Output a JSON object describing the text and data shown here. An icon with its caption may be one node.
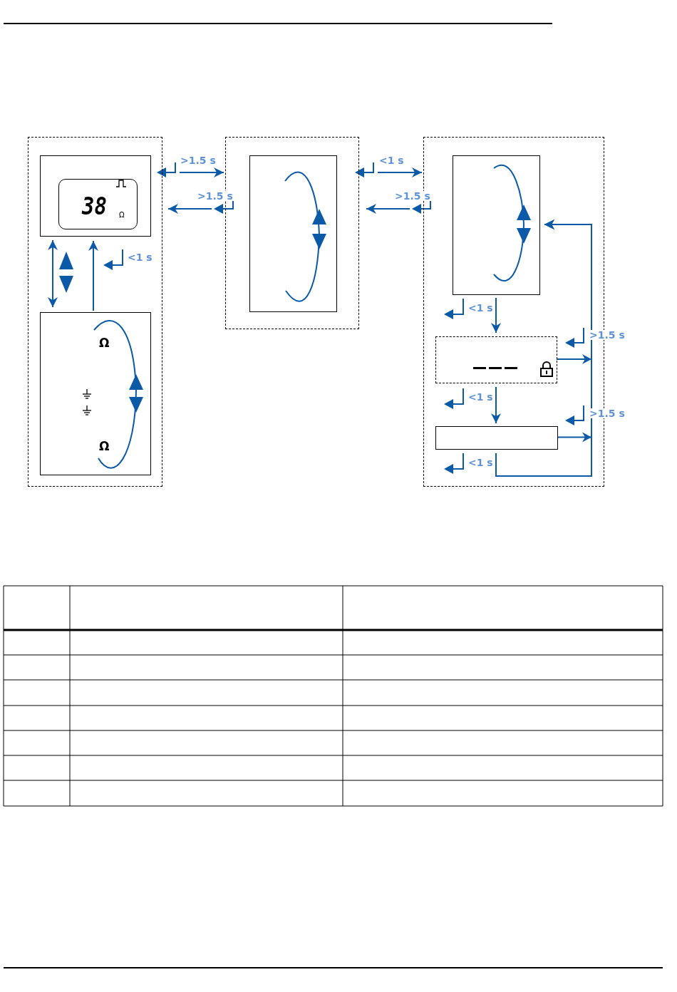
{
  "diagram": {
    "nodes": [
      {
        "text": [],
        "shape": "box"
      },
      {
        "text": [],
        "shape": "box",
        "in": 0
      },
      {
        "text": [
          "38",
          "Ω"
        ],
        "in": 1
      },
      {
        "text": [
          "Ω",
          "Ω"
        ],
        "in": 0
      },
      {
        "text": [],
        "shape": "box"
      },
      {
        "text": [],
        "shape": "box",
        "in": 4
      },
      {
        "text": [],
        "shape": "box"
      },
      {
        "text": [],
        "shape": "box",
        "in": 6
      },
      {
        "text": [],
        "shape": "box",
        "in": 6
      },
      {
        "text": [],
        "shape": "box",
        "in": 6
      }
    ],
    "edges": [
      {
        "from": 0,
        "to": 4,
        "arrow": "to",
        "label": ">1.5 s"
      },
      {
        "from": 4,
        "to": 0,
        "arrow": "to",
        "label": ">1.5 s"
      },
      {
        "from": 4,
        "to": 6,
        "arrow": "to",
        "label": "<1 s"
      },
      {
        "from": 6,
        "to": 4,
        "arrow": "to",
        "label": ">1.5 s"
      },
      {
        "from": 1,
        "to": 3,
        "arrow": "both"
      },
      {
        "from": 3,
        "to": 1,
        "arrow": "to",
        "label": "<1 s"
      },
      {
        "from": 7,
        "to": 8,
        "arrow": "to",
        "label": "<1 s"
      },
      {
        "from": 8,
        "to": 9,
        "arrow": "to",
        "label": "<1 s"
      },
      {
        "from": 9,
        "to": 7,
        "arrow": "to",
        "label": "<1 s"
      },
      {
        "from": 8,
        "to": 7,
        "arrow": "to",
        "label": ">1.5 s"
      },
      {
        "from": 9,
        "to": 7,
        "arrow": "to",
        "label": ">1.5 s"
      }
    ]
  }
}
